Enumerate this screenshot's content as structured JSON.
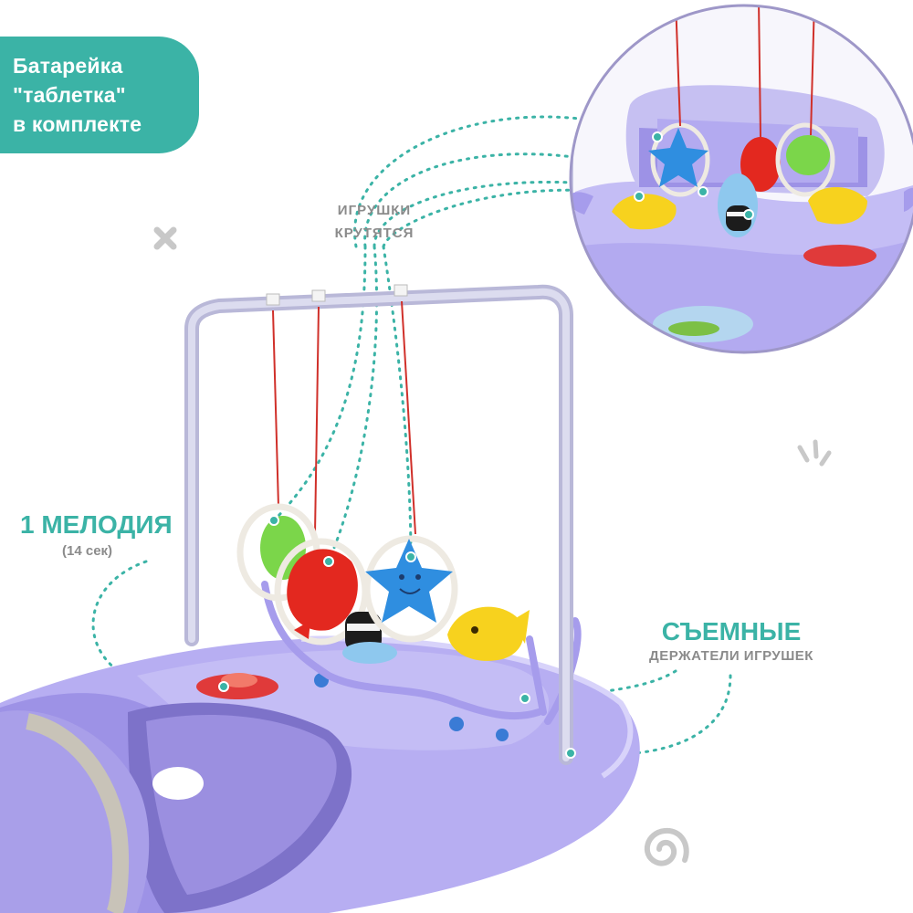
{
  "badge": {
    "lines": [
      "Батарейка",
      "\"таблетка\"",
      "в комплекте"
    ]
  },
  "callouts": {
    "toys_rotate": [
      "ИГРУШКИ",
      "КРУТЯТСЯ"
    ],
    "melody": {
      "title": "1 МЕЛОДИЯ",
      "subtitle": "(14 сек)"
    },
    "removable": {
      "title": "СЪЕМНЫЕ",
      "subtitle": "ДЕРЖАТЕЛИ ИГРУШЕК"
    }
  },
  "colors": {
    "teal": "#3bb3a6",
    "gray_text": "#8b8b8b",
    "walker_purple": "#b3aaf0",
    "walker_dark": "#9d92e6",
    "bar": "#c9c8e4"
  },
  "icons": [
    "close-x-icon",
    "spiral-icon",
    "sparkle-icon"
  ]
}
